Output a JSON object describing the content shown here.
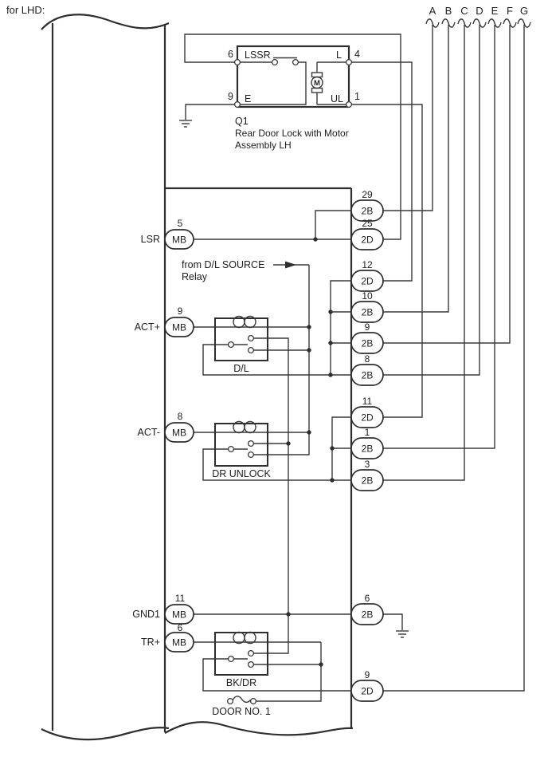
{
  "header": {
    "variant_label": "for LHD:"
  },
  "harness_wires": {
    "letters": [
      "A",
      "B",
      "C",
      "D",
      "E",
      "F",
      "G"
    ]
  },
  "q1_assembly": {
    "ref": "Q1",
    "title_line1": "Rear Door Lock with Motor",
    "title_line2": "Assembly LH",
    "motor_label": "M",
    "pins": {
      "lssr": {
        "number": "6",
        "label": "LSSR"
      },
      "e": {
        "number": "9",
        "label": "E"
      },
      "l": {
        "number": "4",
        "label": "L"
      },
      "ul": {
        "number": "1",
        "label": "UL"
      }
    }
  },
  "ecu": {
    "left_connectors": [
      {
        "signal": "LSR",
        "number": "5",
        "connector": "MB"
      },
      {
        "signal": "ACT+",
        "number": "9",
        "connector": "MB"
      },
      {
        "signal": "ACT-",
        "number": "8",
        "connector": "MB"
      },
      {
        "signal": "GND1",
        "number": "11",
        "connector": "MB"
      },
      {
        "signal": "TR+",
        "number": "6",
        "connector": "MB"
      }
    ],
    "right_connectors": [
      {
        "number": "29",
        "connector": "2B"
      },
      {
        "number": "25",
        "connector": "2D"
      },
      {
        "number": "12",
        "connector": "2D"
      },
      {
        "number": "10",
        "connector": "2B"
      },
      {
        "number": "9",
        "connector": "2B"
      },
      {
        "number": "8",
        "connector": "2B"
      },
      {
        "number": "11",
        "connector": "2D"
      },
      {
        "number": "1",
        "connector": "2B"
      },
      {
        "number": "3",
        "connector": "2B"
      },
      {
        "number": "6",
        "connector": "2B"
      },
      {
        "number": "9",
        "connector": "2D"
      }
    ],
    "relays": [
      {
        "label": "D/L"
      },
      {
        "label": "DR UNLOCK"
      },
      {
        "label": "BK/DR"
      }
    ],
    "source_note": {
      "line1": "from D/L SOURCE",
      "line2": "Relay"
    },
    "door_switch_label": "DOOR NO. 1"
  },
  "colors": {
    "line": "#3a3a3a",
    "text": "#1d1d1d",
    "background": "#ffffff"
  }
}
